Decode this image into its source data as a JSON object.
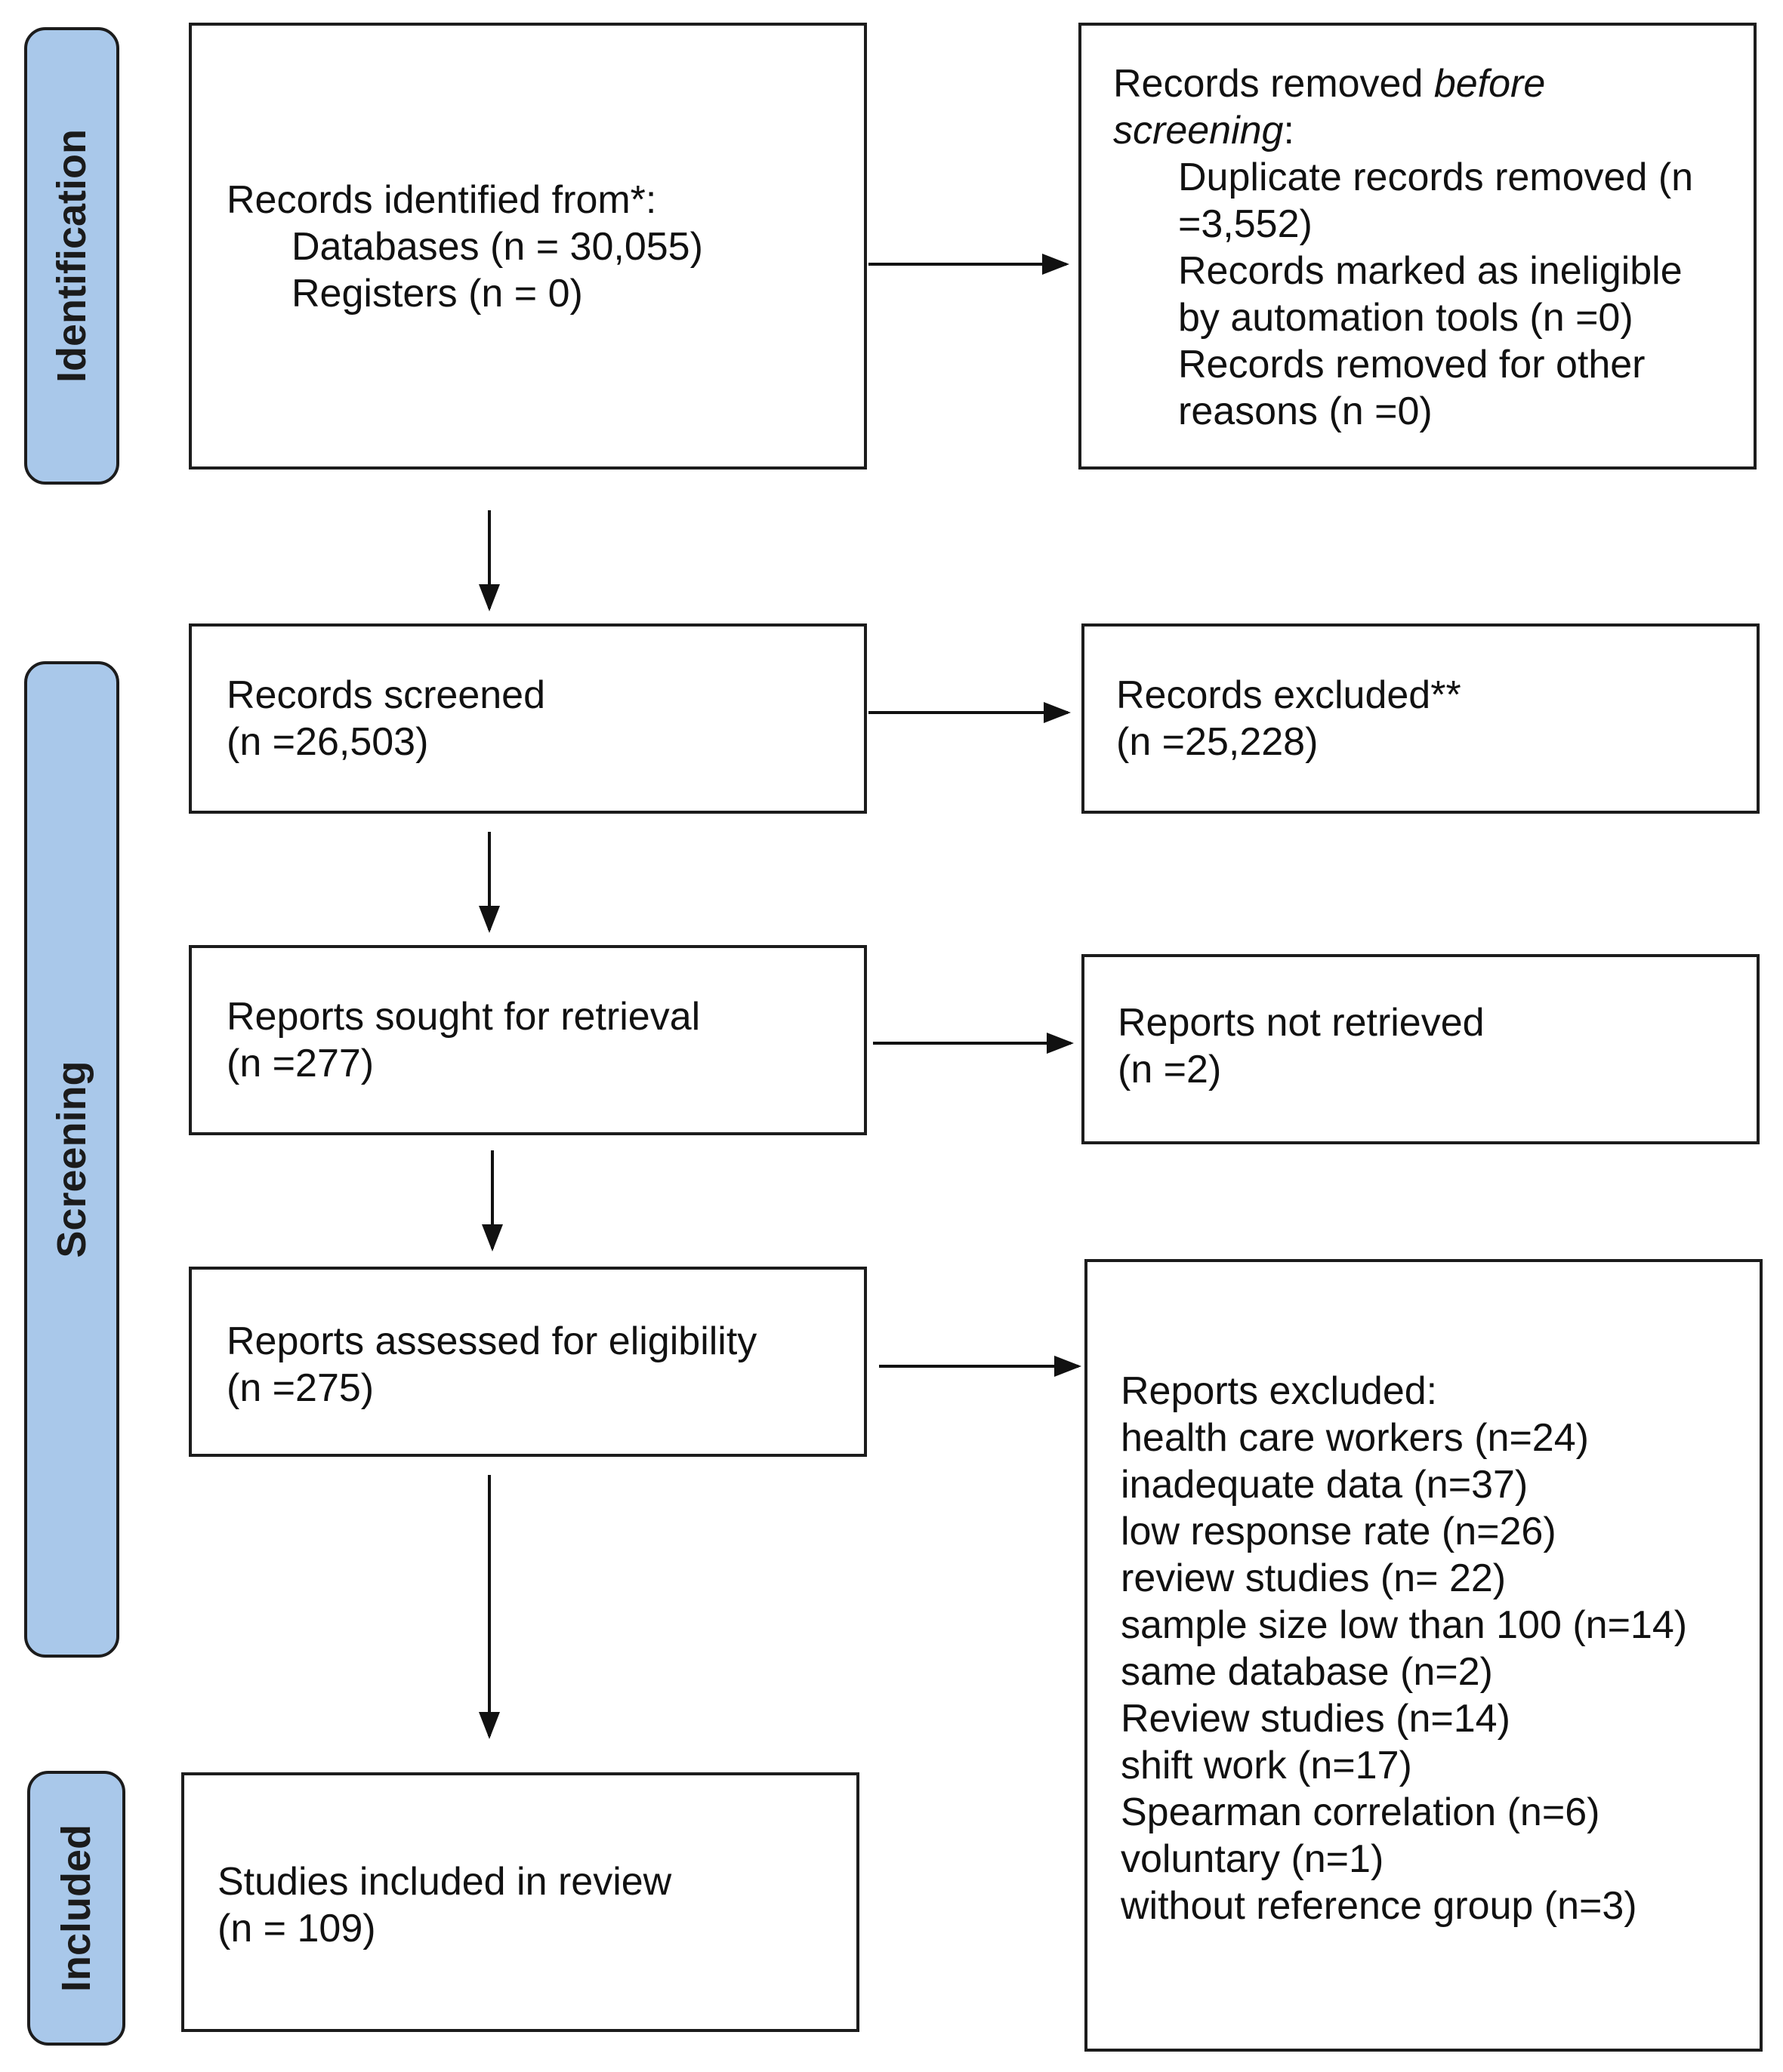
{
  "phases": {
    "identification": "Identification",
    "screening": "Screening",
    "included": "Included"
  },
  "identified": {
    "title": "Records identified from*:",
    "databases": "Databases (n = 30,055)",
    "registers": "Registers (n = 0)"
  },
  "removed": {
    "title_start": "Records removed ",
    "title_italic": "before",
    "title_italic2": "screening",
    "title_end": ":",
    "line1": "Duplicate records removed (n",
    "line2": "=3,552)",
    "line3": "Records marked as ineligible",
    "line4": "by automation tools (n =0)",
    "line5": "Records removed for other",
    "line6": "reasons (n =0)"
  },
  "screened": {
    "title": "Records screened",
    "count": "(n =26,503)"
  },
  "excluded": {
    "title": "Records excluded**",
    "count": "(n =25,228)"
  },
  "sought": {
    "title": "Reports sought for retrieval",
    "count": "(n =277)"
  },
  "not_retrieved": {
    "title": "Reports not retrieved",
    "count": "(n =2)"
  },
  "assessed": {
    "title": "Reports assessed for eligibility",
    "count": "(n =275)"
  },
  "reports_excluded": {
    "title": "Reports excluded:",
    "reasons": [
      "health care workers (n=24)",
      "inadequate data (n=37)",
      "low response rate (n=26)",
      "review studies (n= 22)",
      "sample size low than 100 (n=14)",
      "same database (n=2)",
      "Review studies (n=14)",
      "shift work (n=17)",
      "Spearman correlation (n=6)",
      "voluntary (n=1)",
      "without reference group (n=3)"
    ]
  },
  "included_box": {
    "title": "Studies included in review",
    "count": "(n = 109)"
  }
}
